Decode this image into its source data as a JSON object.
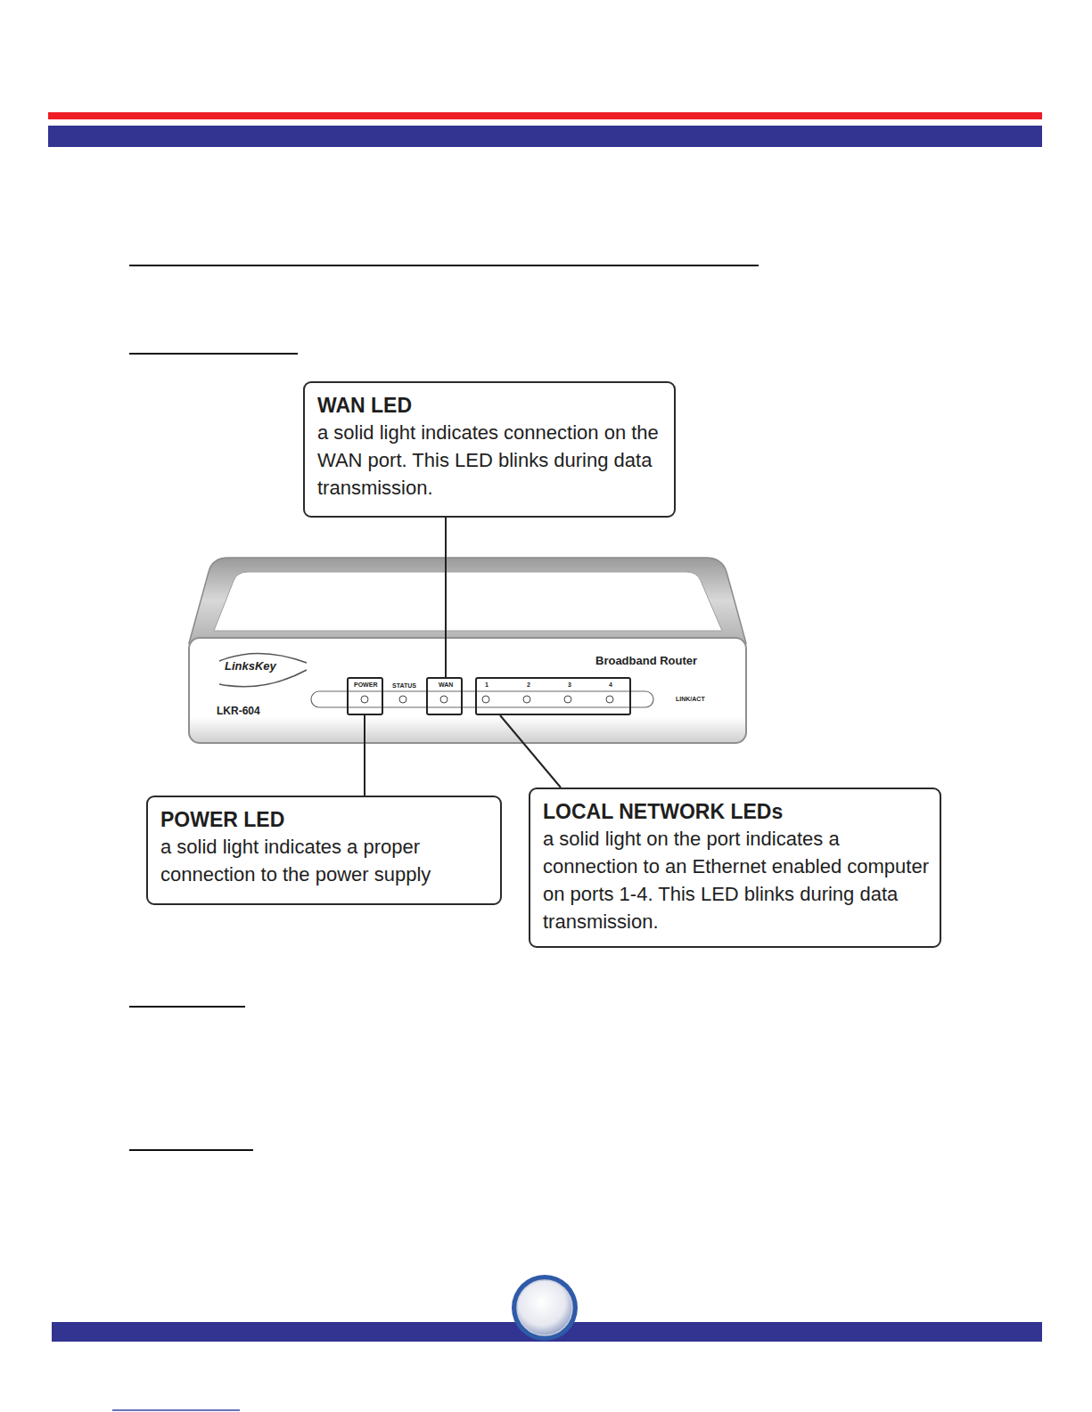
{
  "diagram": {
    "nodes": [
      {
        "text": [
          "WAN LED",
          "a solid light indicates connection on the WAN port. This LED blinks during data transmission."
        ]
      },
      {
        "text": [
          "POWER"
        ]
      },
      {
        "text": [
          "WAN"
        ]
      },
      {
        "text": [
          "1",
          "2",
          "3",
          "4"
        ]
      },
      {
        "text": [
          "POWER LED",
          "a solid light indicates a proper connection to the power supply"
        ]
      },
      {
        "text": [
          "LOCAL NETWORK LEDs",
          "a solid light on the port indicates a connection to an Ethernet enabled computer on ports 1-4. This LED blinks during data transmission."
        ]
      }
    ],
    "edges": [
      {
        "from": 0,
        "to": 2,
        "arrow": "none"
      },
      {
        "from": 4,
        "to": 1,
        "arrow": "none"
      },
      {
        "from": 5,
        "to": 3,
        "arrow": "none"
      }
    ],
    "labels": [
      "LinksKey",
      "LKR-604",
      "Broadband Router",
      "STATUS",
      "LINK/ACT"
    ]
  }
}
